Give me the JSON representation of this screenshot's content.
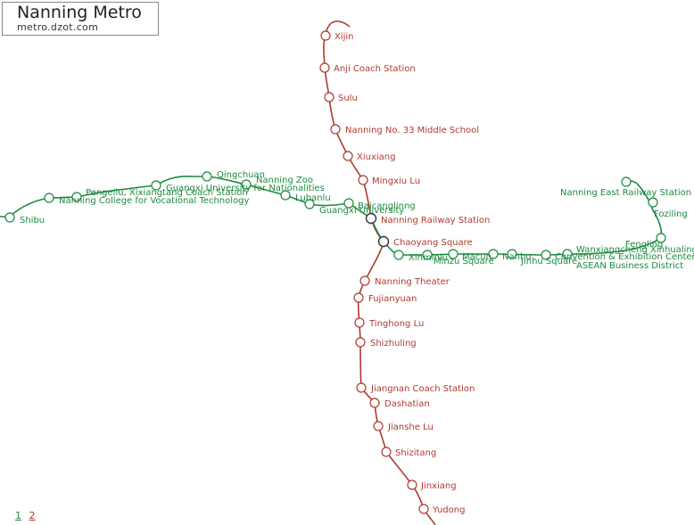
{
  "header": {
    "title": "Nanning Metro",
    "subtitle": "metro.dzot.com"
  },
  "pager": {
    "page_1": "1",
    "page_2": "2"
  },
  "colors": {
    "line_1": "#1c8a3e",
    "line_2": "#b03a2e",
    "interchange": "#333333"
  },
  "lines": [
    {
      "id": "line-2",
      "color": "#b03a2e",
      "stations": [
        "Xijin",
        "Anji Coach Station",
        "Sulu",
        "Nanning No. 33 Middle School",
        "Xiuxiang",
        "Mingxiu Lu",
        "Nanning Railway Station",
        "Chaoyang Square",
        "Nanning Theater",
        "Fujianyuan",
        "Tinghong Lu",
        "Shizhuling",
        "Jiangnan Coach Station",
        "Dashatian",
        "Jianshe Lu",
        "Shizitang",
        "Jinxiang",
        "Yudong"
      ]
    },
    {
      "id": "line-1",
      "color": "#1c8a3e",
      "stations": [
        "Shibu",
        "Nanning College for Vocational Technology",
        "Pengeilu, Xixiangtang Coach Station",
        "Guangxi University for Nationalities",
        "Qingchuan",
        "Nanning Zoo",
        "Lubanlu",
        "Guangxi University",
        "Baicanglinng",
        "Nanning Railway Station",
        "Chaoyang Square",
        "Xinminlu",
        "Minzu Square",
        "Macun",
        "Nanhu",
        "Jinhu Square",
        "Convention & Exhibition Center",
        "Wanxiangcheng",
        "ASEAN Business District",
        "Fengling",
        "Xinhualing",
        "Foziling",
        "Nanning East Railway Station"
      ]
    }
  ]
}
